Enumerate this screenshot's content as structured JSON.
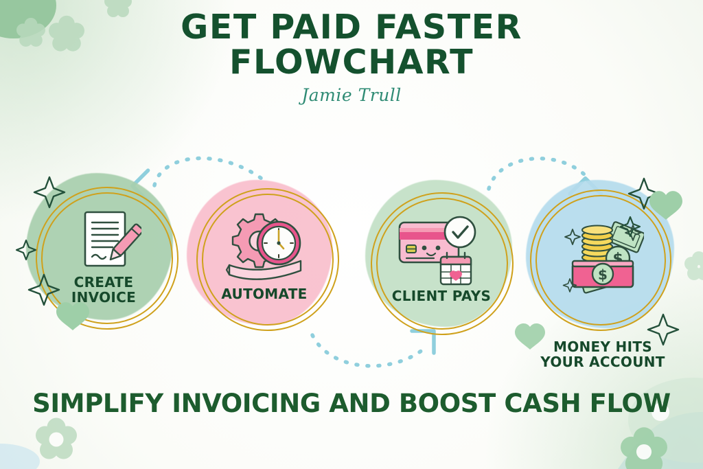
{
  "meta": {
    "background_color": "#fdfdfb",
    "accent_green": "#14512e",
    "accent_gold": "#cfa11c",
    "accent_teal": "#2e8b74",
    "connector_color": "#8fcfdd"
  },
  "header": {
    "title_line_1": "GET PAID FASTER",
    "title_line_2": "FLOWCHART",
    "byline": "Jamie Trull"
  },
  "footer": {
    "tagline": "SIMPLIFY INVOICING AND BOOST CASH FLOW"
  },
  "steps": [
    {
      "index": 1,
      "label_line_1": "CREATE",
      "label_line_2": "INVOICE",
      "label_position": "inside",
      "blob_color": "#a8cfae",
      "icon": "invoice-document-pencil-icon",
      "icon_description": "Lined document with pink pencil"
    },
    {
      "index": 2,
      "label_line_1": "AUTOMATE",
      "label_line_2": "",
      "label_position": "inside",
      "blob_color": "#f9bfcd",
      "icon": "gear-clock-ribbon-icon",
      "icon_description": "Gear with stopwatch clock and ribbon banner"
    },
    {
      "index": 3,
      "label_line_1": "CLIENT PAYS",
      "label_line_2": "",
      "label_position": "inside",
      "blob_color": "#c3e0c6",
      "icon": "credit-card-check-calendar-icon",
      "icon_description": "Pink smiling credit card with check badge and heart calendar"
    },
    {
      "index": 4,
      "label_line_1": "MONEY HITS",
      "label_line_2": "YOUR ACCOUNT",
      "label_position": "below",
      "blob_color": "#b5dced",
      "icon": "wallet-coins-cash-icon",
      "icon_description": "Pink wallet with gold coins, dollar coin and green bills"
    }
  ],
  "connectors": [
    {
      "index": 1,
      "from_step": 2,
      "to_step": 1,
      "direction": "arc-over-left",
      "style": "dashed"
    },
    {
      "index": 2,
      "from_step": 2,
      "to_step": 3,
      "direction": "arc-under-right",
      "style": "dashed"
    },
    {
      "index": 3,
      "from_step": 3,
      "to_step": 4,
      "direction": "arc-over-right",
      "style": "dashed"
    }
  ],
  "decorations": {
    "sparkles": "four-point-sparkle-icon",
    "hearts": "heart-icon",
    "flowers": "flower-icon"
  }
}
